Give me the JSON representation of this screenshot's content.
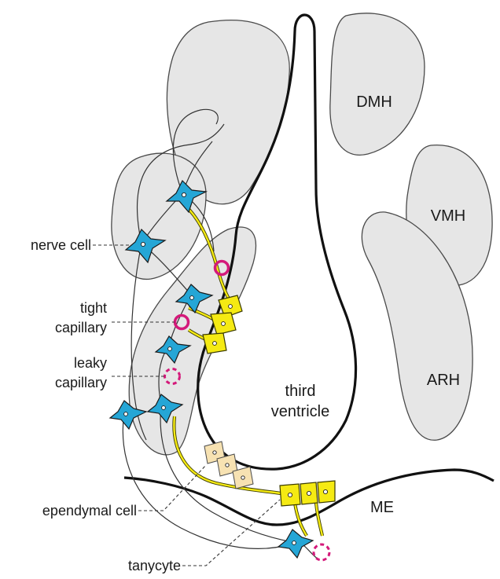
{
  "regions": {
    "dmh": "DMH",
    "vmh": "VMH",
    "arh": "ARH",
    "me": "ME",
    "ventricle_line1": "third",
    "ventricle_line2": "ventricle"
  },
  "callouts": {
    "nerve_cell": "nerve cell",
    "tight_capillary_line1": "tight",
    "tight_capillary_line2": "capillary",
    "leaky_capillary_line1": "leaky",
    "leaky_capillary_line2": "capillary",
    "ependymal_cell": "ependymal cell",
    "tanycyte": "tanycyte"
  },
  "colors": {
    "nerve_cell": "#25a6d6",
    "tanycyte": "#f5ea13",
    "ependymal_cell": "#f7e2b2",
    "capillary": "#d4197a",
    "region_fill": "#e6e6e6"
  }
}
